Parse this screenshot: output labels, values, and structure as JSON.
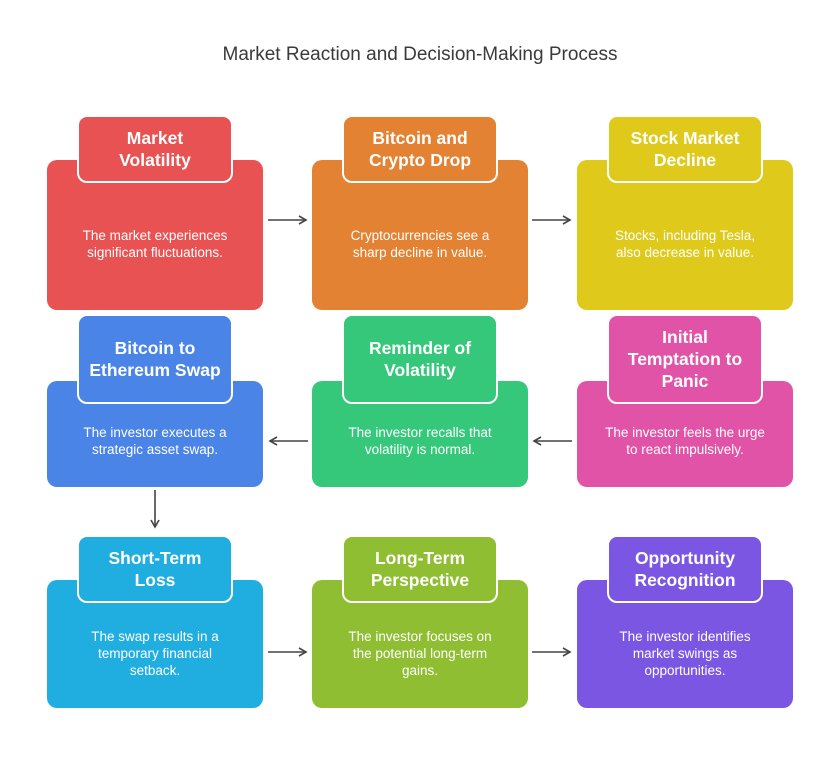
{
  "title": "Market Reaction and Decision-Making Process",
  "steps": [
    {
      "title": "Market Volatility",
      "text": "The market experiences significant fluctuations.",
      "color": "#e95252",
      "tab_color": "#e95252"
    },
    {
      "title": "Bitcoin and Crypto Drop",
      "text": "Cryptocurrencies see a sharp decline in value.",
      "color": "#e38232",
      "tab_color": "#e38232"
    },
    {
      "title": "Stock Market Decline",
      "text": "Stocks, including Tesla, also decrease in value.",
      "color": "#dfca1c",
      "tab_color": "#dfca1c"
    },
    {
      "title": "Initial Temptation to Panic",
      "text": "The investor feels the urge to react impulsively.",
      "color": "#e153a6",
      "tab_color": "#e153a6"
    },
    {
      "title": "Reminder of Volatility",
      "text": "The investor recalls that volatility is normal.",
      "color": "#35c77a",
      "tab_color": "#35c77a"
    },
    {
      "title": "Bitcoin to Ethereum Swap",
      "text": "The investor executes a strategic asset swap.",
      "color": "#4a84e6",
      "tab_color": "#4a84e6"
    },
    {
      "title": "Short-Term Loss",
      "text": "The swap results in a temporary financial setback.",
      "color": "#20aee0",
      "tab_color": "#20aee0"
    },
    {
      "title": "Long-Term Perspective",
      "text": "The investor focuses on the potential long-term gains.",
      "color": "#8fbe32",
      "tab_color": "#8fbe32"
    },
    {
      "title": "Opportunity Recognition",
      "text": "The investor identifies market swings as opportunities.",
      "color": "#7a56e2",
      "tab_color": "#7a56e2"
    }
  ],
  "colors": {
    "arrow": "#444444",
    "title_text": "#3a3a3a"
  }
}
